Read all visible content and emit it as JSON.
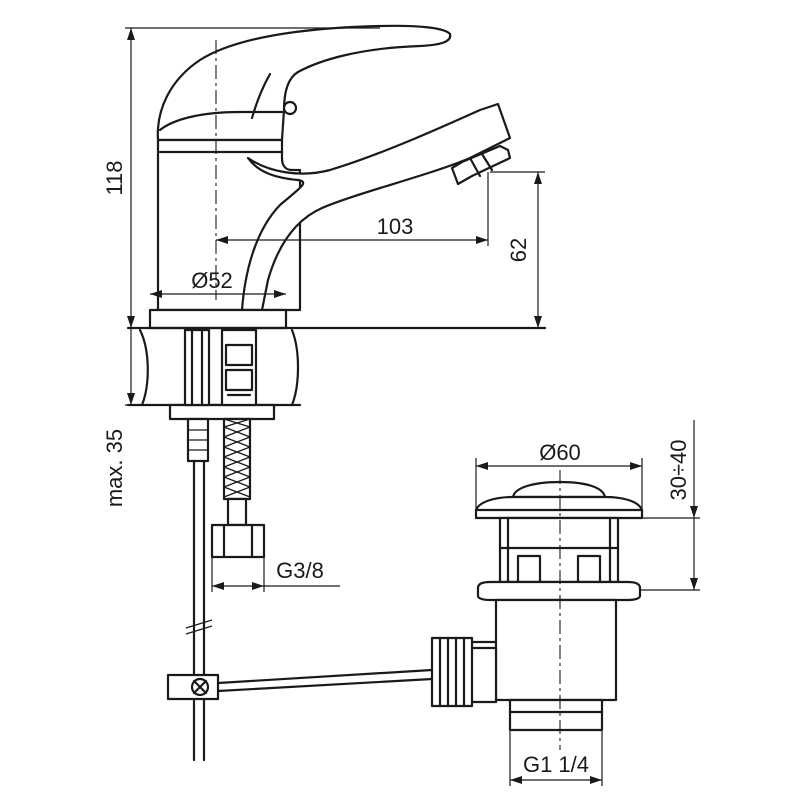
{
  "dimensions": {
    "height_total": "118",
    "spout_reach": "103",
    "spout_height": "62",
    "body_diameter": "Ø52",
    "max_mount_thickness": "max. 35",
    "hose_thread": "G3/8",
    "waste_diameter": "Ø60",
    "waste_height": "30÷40",
    "waste_thread": "G1 1/4"
  }
}
